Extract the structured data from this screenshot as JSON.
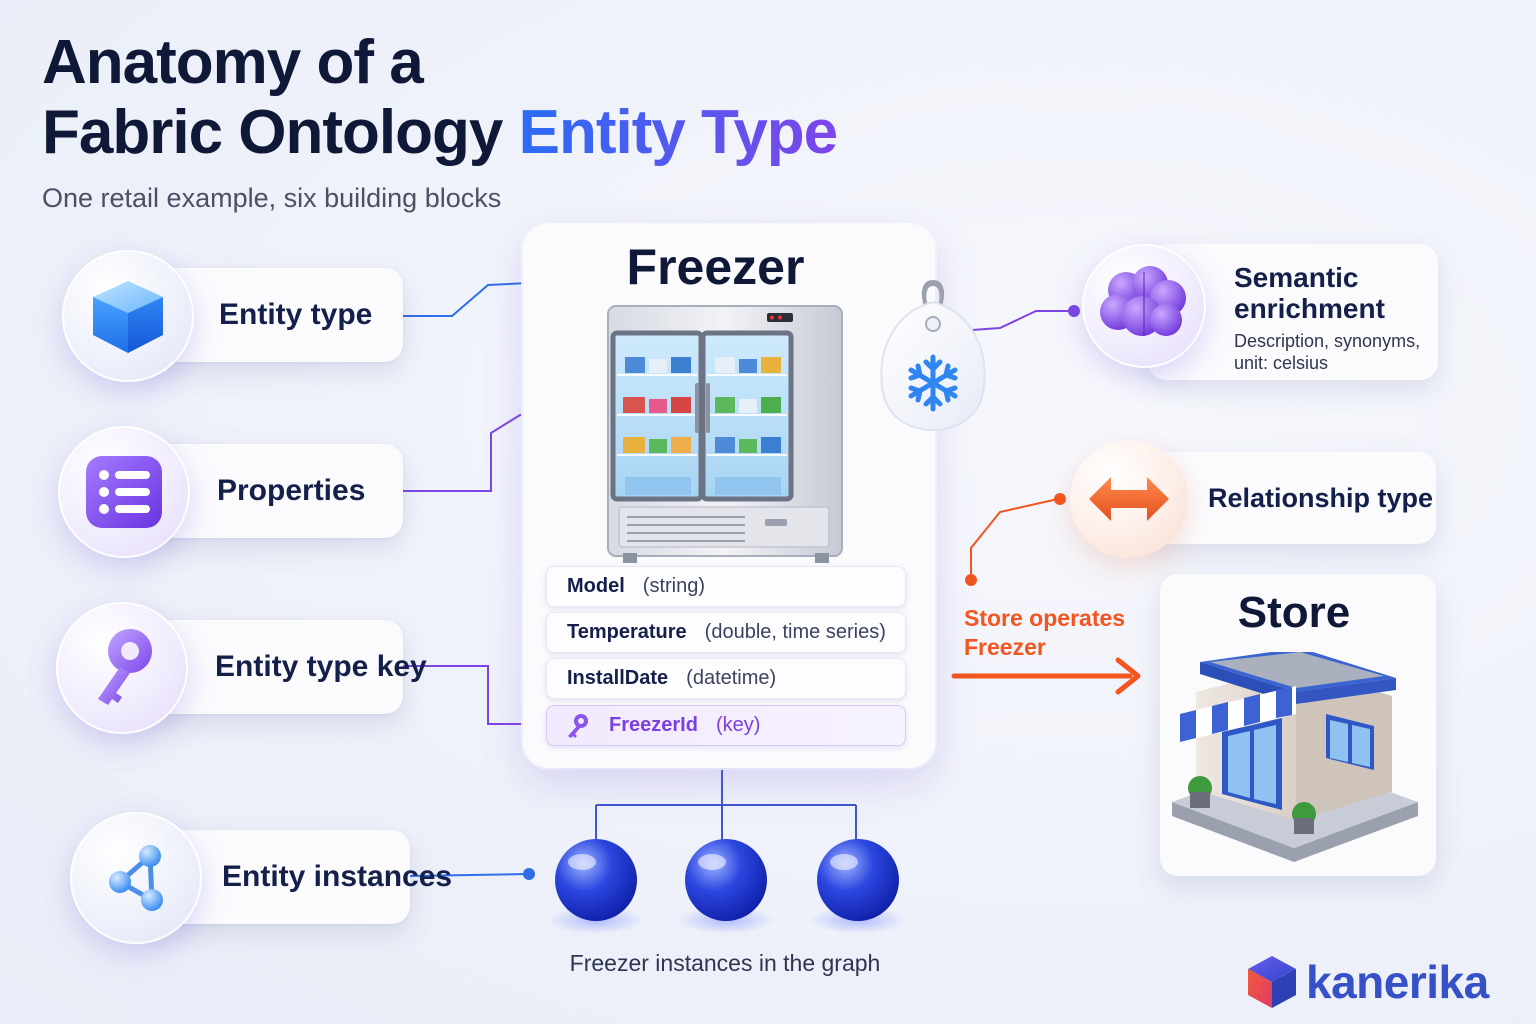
{
  "title": {
    "line1": "Anatomy of a",
    "line2_plain": "Fabric Ontology",
    "line2_accent": "Entity Type"
  },
  "subtitle": "One retail example, six building blocks",
  "left_blocks": [
    {
      "label": "Entity type",
      "icon": "cube-icon"
    },
    {
      "label": "Properties",
      "icon": "list-icon"
    },
    {
      "label": "Entity type key",
      "icon": "key-icon"
    },
    {
      "label": "Entity instances",
      "icon": "graph-nodes-icon"
    }
  ],
  "entity": {
    "name": "Freezer",
    "image": "freezer-icon",
    "tag_icon": "snowflake-icon",
    "properties": [
      {
        "name": "Model",
        "type": "(string)"
      },
      {
        "name": "Temperature",
        "type": "(double, time series)"
      },
      {
        "name": "InstallDate",
        "type": "(datetime)"
      },
      {
        "name": "FreezerId",
        "type": "(key)",
        "is_key": true
      }
    ]
  },
  "semantic": {
    "title_line1": "Semantic",
    "title_line2": "enrichment",
    "desc_line1": "Description, synonyms,",
    "desc_line2": "unit: celsius",
    "icon": "brain-icon"
  },
  "relationship": {
    "label": "Relationship type",
    "icon": "double-arrow-icon",
    "caption_line1": "Store operates",
    "caption_line2": "Freezer"
  },
  "store": {
    "name": "Store",
    "image": "store-icon"
  },
  "instances": {
    "caption": "Freezer instances in the graph",
    "count": 3
  },
  "brand": {
    "name": "kanerika",
    "icon": "kanerika-logo-icon"
  },
  "colors": {
    "accent_blue": "#2b6cf5",
    "accent_purple": "#7d45ea",
    "relation_orange": "#f2551f",
    "text_dark": "#0f1836"
  }
}
